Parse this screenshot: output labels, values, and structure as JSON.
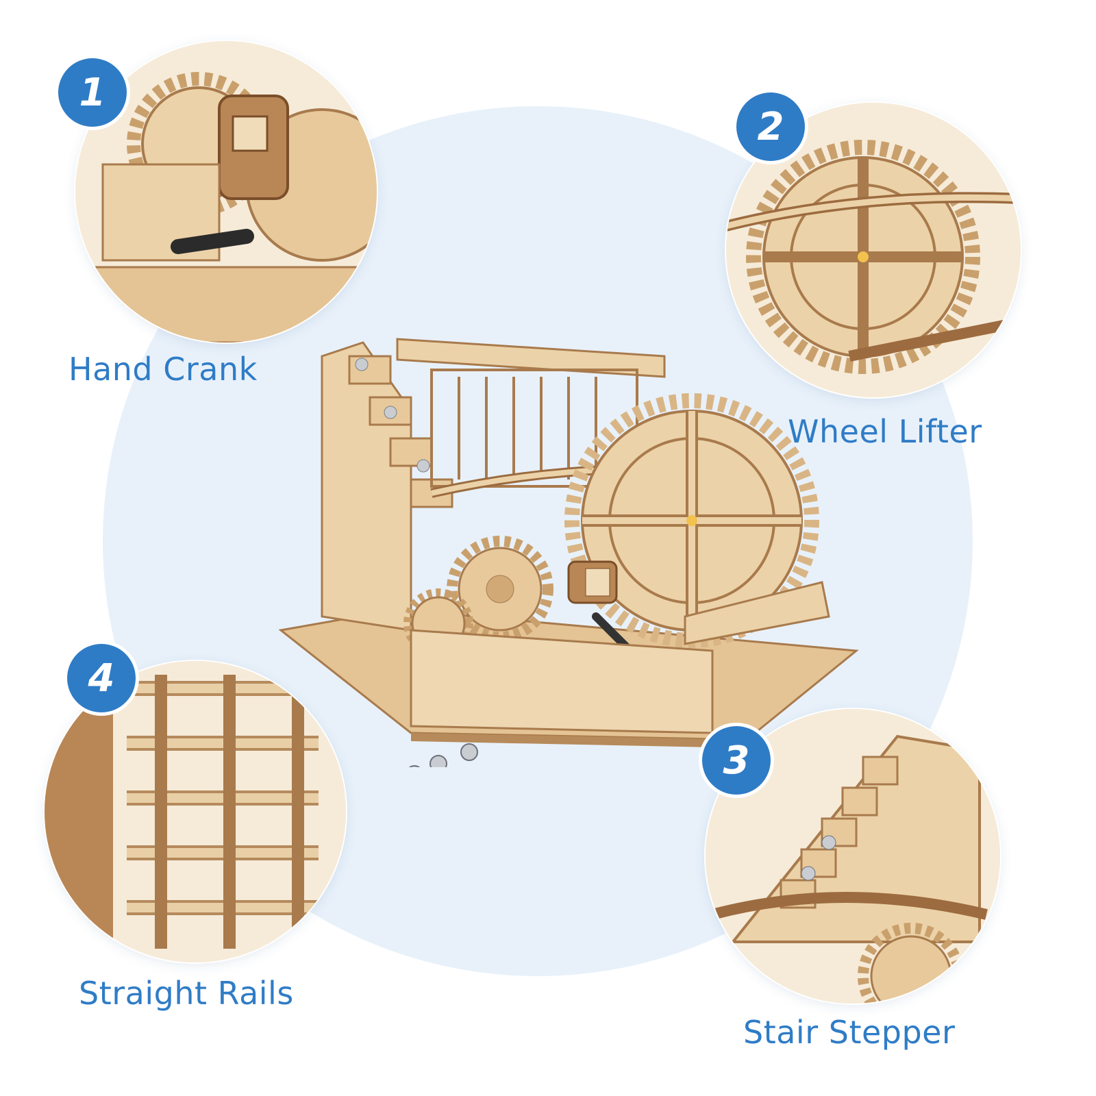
{
  "colors": {
    "accent": "#2f7cc6",
    "wood": "#e9cfa6",
    "wood_dark": "#9c6b3f",
    "background_circle": "#e8f1fa"
  },
  "features": [
    {
      "number": "1",
      "label": "Hand Crank"
    },
    {
      "number": "2",
      "label": "Wheel Lifter"
    },
    {
      "number": "3",
      "label": "Stair Stepper"
    },
    {
      "number": "4",
      "label": "Straight Rails"
    }
  ]
}
